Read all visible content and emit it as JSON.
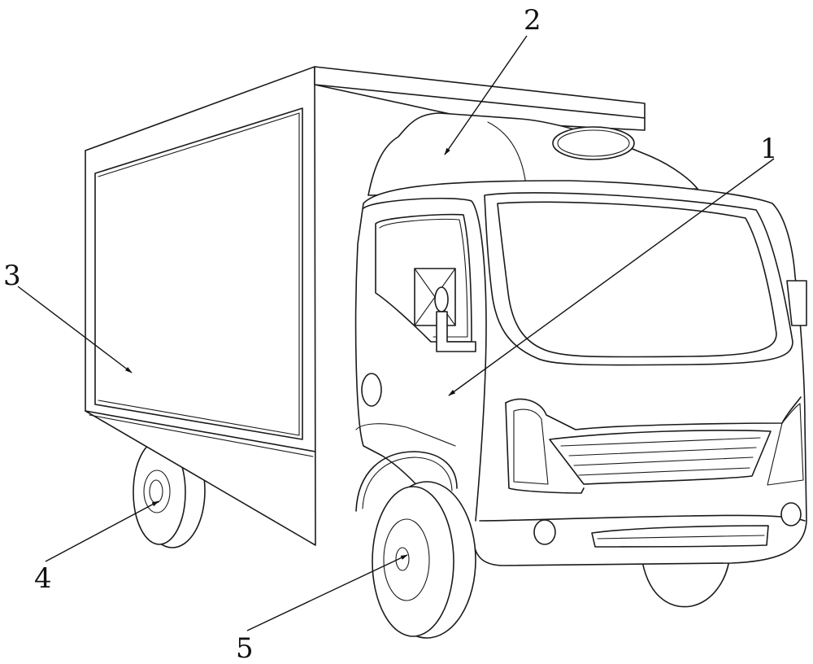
{
  "figure": {
    "labels": [
      {
        "id": "1",
        "text": "1",
        "part": "cab-door"
      },
      {
        "id": "2",
        "text": "2",
        "part": "roof-fairing"
      },
      {
        "id": "3",
        "text": "3",
        "part": "side-display-panel"
      },
      {
        "id": "4",
        "text": "4",
        "part": "rear-wheel"
      },
      {
        "id": "5",
        "text": "5",
        "part": "front-wheel"
      }
    ]
  }
}
